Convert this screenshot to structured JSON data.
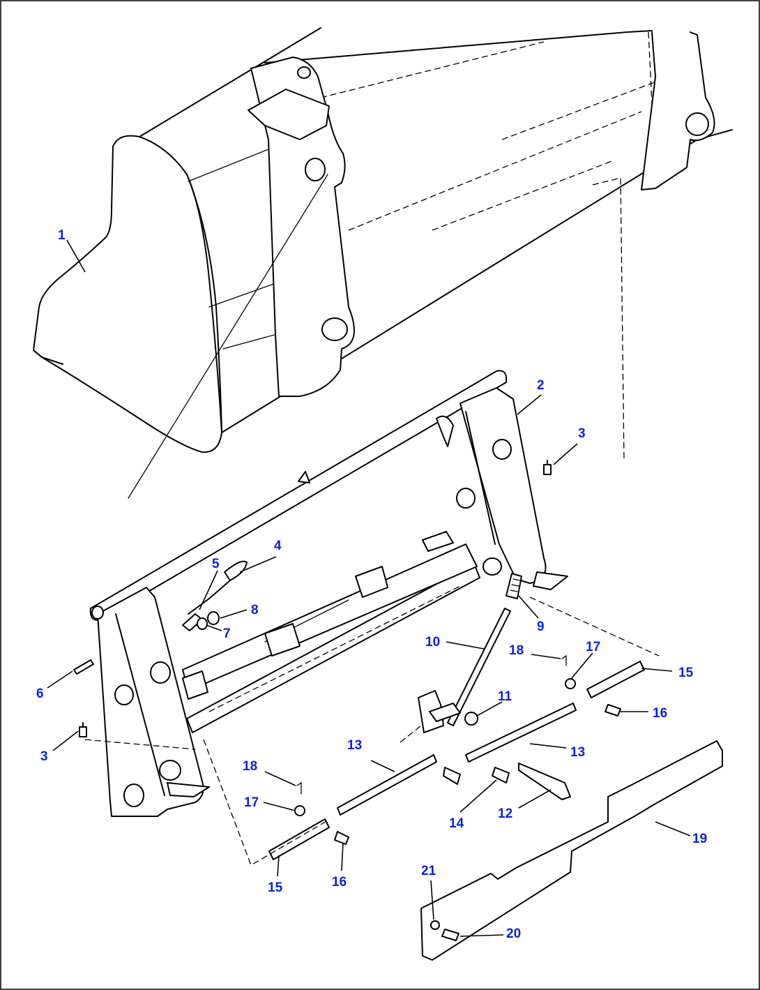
{
  "colors": {
    "callout": "#0a1ee6",
    "ink": "#000000",
    "paper": "#ffffff"
  },
  "callouts": [
    {
      "id": "c1",
      "text": "1"
    },
    {
      "id": "c2",
      "text": "2"
    },
    {
      "id": "c3a",
      "text": "3"
    },
    {
      "id": "c3b",
      "text": "3"
    },
    {
      "id": "c4",
      "text": "4"
    },
    {
      "id": "c5",
      "text": "5"
    },
    {
      "id": "c6",
      "text": "6"
    },
    {
      "id": "c7",
      "text": "7"
    },
    {
      "id": "c8",
      "text": "8"
    },
    {
      "id": "c9",
      "text": "9"
    },
    {
      "id": "c10",
      "text": "10"
    },
    {
      "id": "c11",
      "text": "11"
    },
    {
      "id": "c12",
      "text": "12"
    },
    {
      "id": "c13a",
      "text": "13"
    },
    {
      "id": "c13b",
      "text": "13"
    },
    {
      "id": "c14",
      "text": "14"
    },
    {
      "id": "c15a",
      "text": "15"
    },
    {
      "id": "c15b",
      "text": "15"
    },
    {
      "id": "c16a",
      "text": "16"
    },
    {
      "id": "c16b",
      "text": "16"
    },
    {
      "id": "c17a",
      "text": "17"
    },
    {
      "id": "c17b",
      "text": "17"
    },
    {
      "id": "c18a",
      "text": "18"
    },
    {
      "id": "c18b",
      "text": "18"
    },
    {
      "id": "c19",
      "text": "19"
    },
    {
      "id": "c20",
      "text": "20"
    },
    {
      "id": "c21",
      "text": "21"
    }
  ]
}
